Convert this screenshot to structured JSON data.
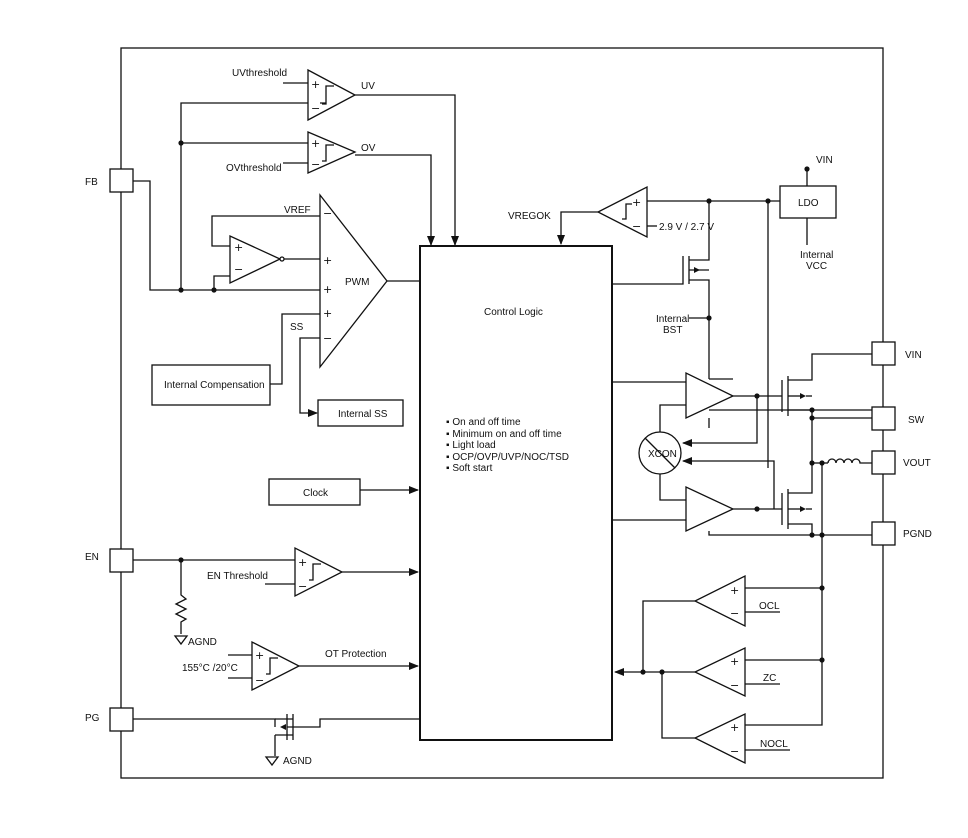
{
  "pins": {
    "fb": "FB",
    "en": "EN",
    "pg": "PG",
    "vin": "VIN",
    "sw": "SW",
    "vout": "VOUT",
    "pgnd": "PGND"
  },
  "comparators": {
    "uv_threshold": "UVthreshold",
    "uv_out": "UV",
    "ov_threshold": "OVthreshold",
    "ov_out": "OV",
    "en_threshold": "EN Threshold",
    "ot_threshold": "155°C /20°C",
    "ot_out": "OT Protection",
    "vregok": "VREGOK",
    "vregok_threshold": "2.9 V / 2.7 V"
  },
  "pwm": {
    "label": "PWM",
    "vref": "VREF",
    "ss": "SS"
  },
  "blocks": {
    "internal_compensation": "Internal Compensation",
    "internal_ss": "Internal SS",
    "clock": "Clock",
    "ldo": "LDO",
    "xcon": "XCON",
    "control_logic": "Control Logic"
  },
  "control_logic_features": [
    "On and off time",
    "Minimum on and off time",
    "Light load",
    "OCP/OVP/UVP/NOC/TSD",
    "Soft start"
  ],
  "ldo_labels": {
    "vin": "VIN",
    "internal_vcc_1": "Internal",
    "internal_vcc_2": "VCC"
  },
  "bst_labels": {
    "line1": "Internal",
    "line2": "BST"
  },
  "current_sense": {
    "ocl": "OCL",
    "zc": "ZC",
    "nocl": "NOCL"
  },
  "grounds": {
    "agnd_en": "AGND",
    "agnd_pg": "AGND"
  },
  "symbols": {
    "plus": "+",
    "minus": "−",
    "bullet": "▪"
  }
}
